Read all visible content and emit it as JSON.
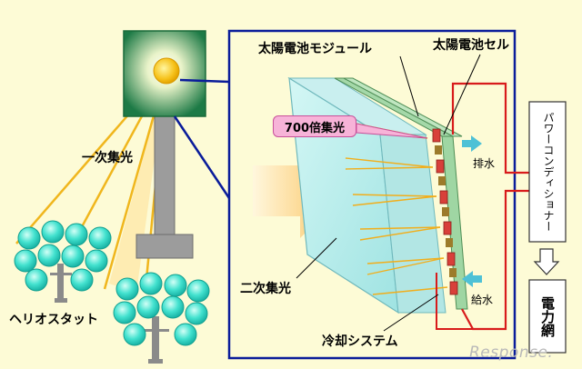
{
  "labels": {
    "primary_concentration": "一次集光",
    "heliostat": "ヘリオスタット",
    "module": "太陽電池モジュール",
    "cell": "太陽電池セル",
    "magnification": "700倍集光",
    "secondary_concentration": "二次集光",
    "cooling_system": "冷却システム",
    "drain": "排水",
    "water_supply": "給水",
    "power_conditioner": "パワーコンディショナー",
    "power_grid": "電力網"
  },
  "watermark": "Response."
}
